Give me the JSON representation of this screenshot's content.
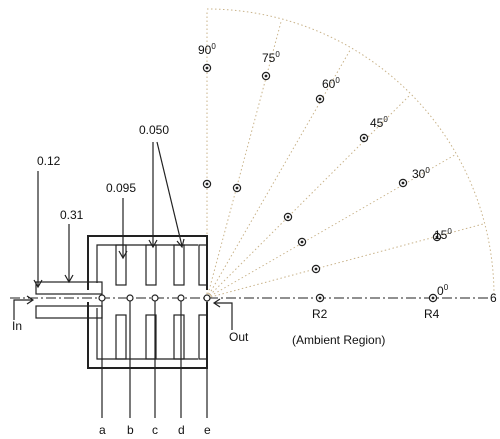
{
  "dimensions": {
    "inlet_outer": "0.12",
    "inlet_inner": "0.31",
    "baffle_gap": "0.095",
    "baffle_spacing": "0.050"
  },
  "labels": {
    "inlet": "In",
    "outlet": "Out",
    "ambient": "(Ambient Region)",
    "r2": "R2",
    "r4": "R4",
    "edge_marker": "6"
  },
  "stations": [
    "a",
    "b",
    "c",
    "d",
    "e"
  ],
  "angles": [
    {
      "base": "90",
      "sup": "0",
      "deg": 90
    },
    {
      "base": "75",
      "sup": "0",
      "deg": 75
    },
    {
      "base": "60",
      "sup": "0",
      "deg": 60
    },
    {
      "base": "45",
      "sup": "0",
      "deg": 45
    },
    {
      "base": "30",
      "sup": "0",
      "deg": 30
    },
    {
      "base": "15",
      "sup": "0",
      "deg": 15
    },
    {
      "base": "0",
      "sup": "0",
      "deg": 0
    }
  ],
  "colors": {
    "line": "#222222",
    "ray": "#c9b38a"
  }
}
